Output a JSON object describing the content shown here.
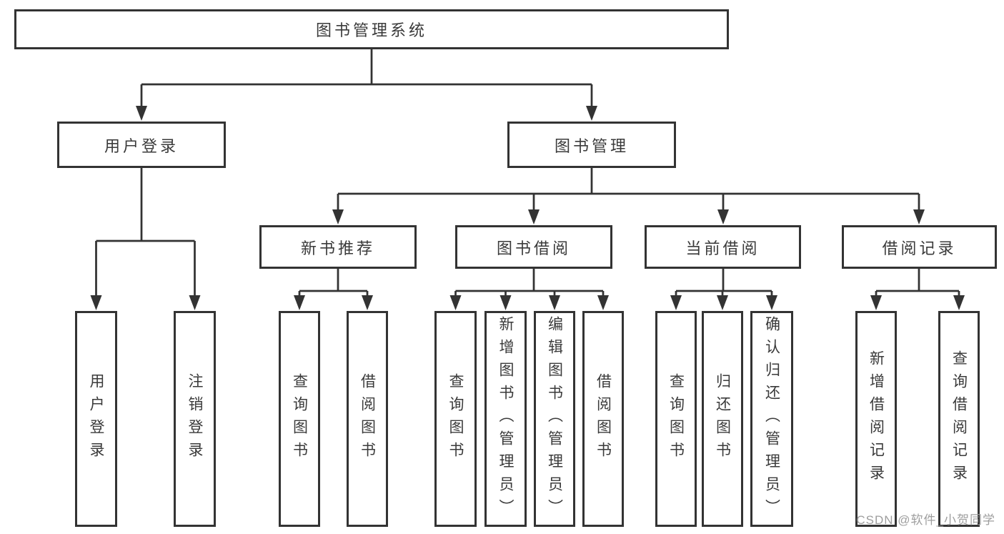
{
  "diagram_title": "图书管理系统",
  "colors": {
    "line": "#333333",
    "box_border": "#333333",
    "text": "#3a3a3a",
    "watermark": "#9e9e9e",
    "background": "#ffffff"
  },
  "tree": {
    "root": {
      "label": "图书管理系统",
      "children": [
        {
          "label": "用户登录",
          "children": [
            {
              "label": "用户登录"
            },
            {
              "label": "注销登录"
            }
          ]
        },
        {
          "label": "图书管理",
          "children": [
            {
              "label": "新书推荐",
              "children": [
                {
                  "label": "查询图书"
                },
                {
                  "label": "借阅图书"
                }
              ]
            },
            {
              "label": "图书借阅",
              "children": [
                {
                  "label": "查询图书"
                },
                {
                  "label": "新增图书（管理员）"
                },
                {
                  "label": "编辑图书（管理员）"
                },
                {
                  "label": "借阅图书"
                }
              ]
            },
            {
              "label": "当前借阅",
              "children": [
                {
                  "label": "查询图书"
                },
                {
                  "label": "归还图书"
                },
                {
                  "label": "确认归还（管理员）"
                }
              ]
            },
            {
              "label": "借阅记录",
              "children": [
                {
                  "label": "新增借阅记录"
                },
                {
                  "label": "查询借阅记录"
                }
              ]
            }
          ]
        }
      ]
    }
  },
  "watermark": {
    "text": "CSDN @软件_小贺同学"
  }
}
